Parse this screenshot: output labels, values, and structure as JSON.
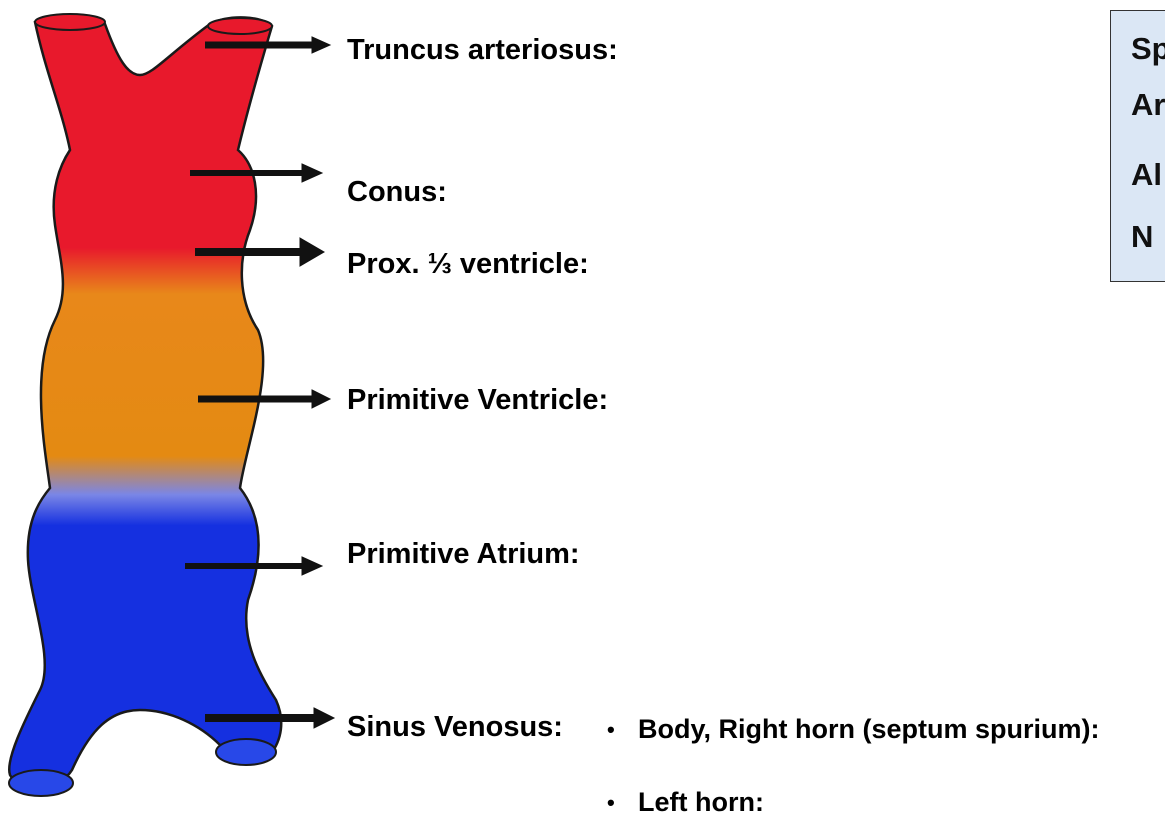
{
  "labels": {
    "truncus": "Truncus arteriosus:",
    "conus": "Conus:",
    "prox": "Prox. ⅓ ventricle:",
    "ventricle": "Primitive Ventricle:",
    "atrium": "Primitive Atrium:",
    "sinus": "Sinus Venosus:"
  },
  "sinus_items": [
    "Body, Right horn (septum spurium):",
    "Left horn:"
  ],
  "side_box": {
    "lines": [
      "Sp",
      "Ar",
      "Al",
      "N"
    ]
  },
  "colors": {
    "truncus_region": "#e8192c",
    "ventricle_region": "#e48a12",
    "atrium_region": "#1530e0",
    "side_box_bg": "#dbe7f5"
  }
}
